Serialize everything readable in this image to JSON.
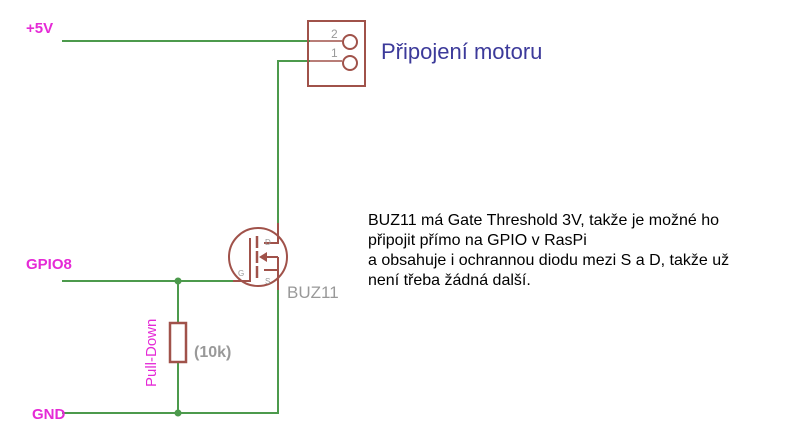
{
  "labels": {
    "vcc": "+5V",
    "gpio": "GPIO8",
    "gnd": "GND",
    "connector_title": "Připojení motoru",
    "pin2": "2",
    "pin1": "1",
    "mosfet_name": "BUZ11",
    "pin_d": "D",
    "pin_g": "G",
    "pin_s": "S",
    "resistor_role": "Pull-Down",
    "resistor_value": "(10k)"
  },
  "note": {
    "line1": "BUZ11 má Gate Threshold 3V, takže je možné ho",
    "line2": " připojit přímo na GPIO v RasPi",
    "line3": "a obsahuje i ochrannou diodu mezi S a D, takže už",
    "line4": " není třeba žádná další."
  },
  "colors": {
    "wire": "#4c9a4c",
    "component": "#a0524a",
    "net_label": "#e52ad6",
    "connector_title": "#3c3a9a",
    "part_text": "#999999"
  }
}
